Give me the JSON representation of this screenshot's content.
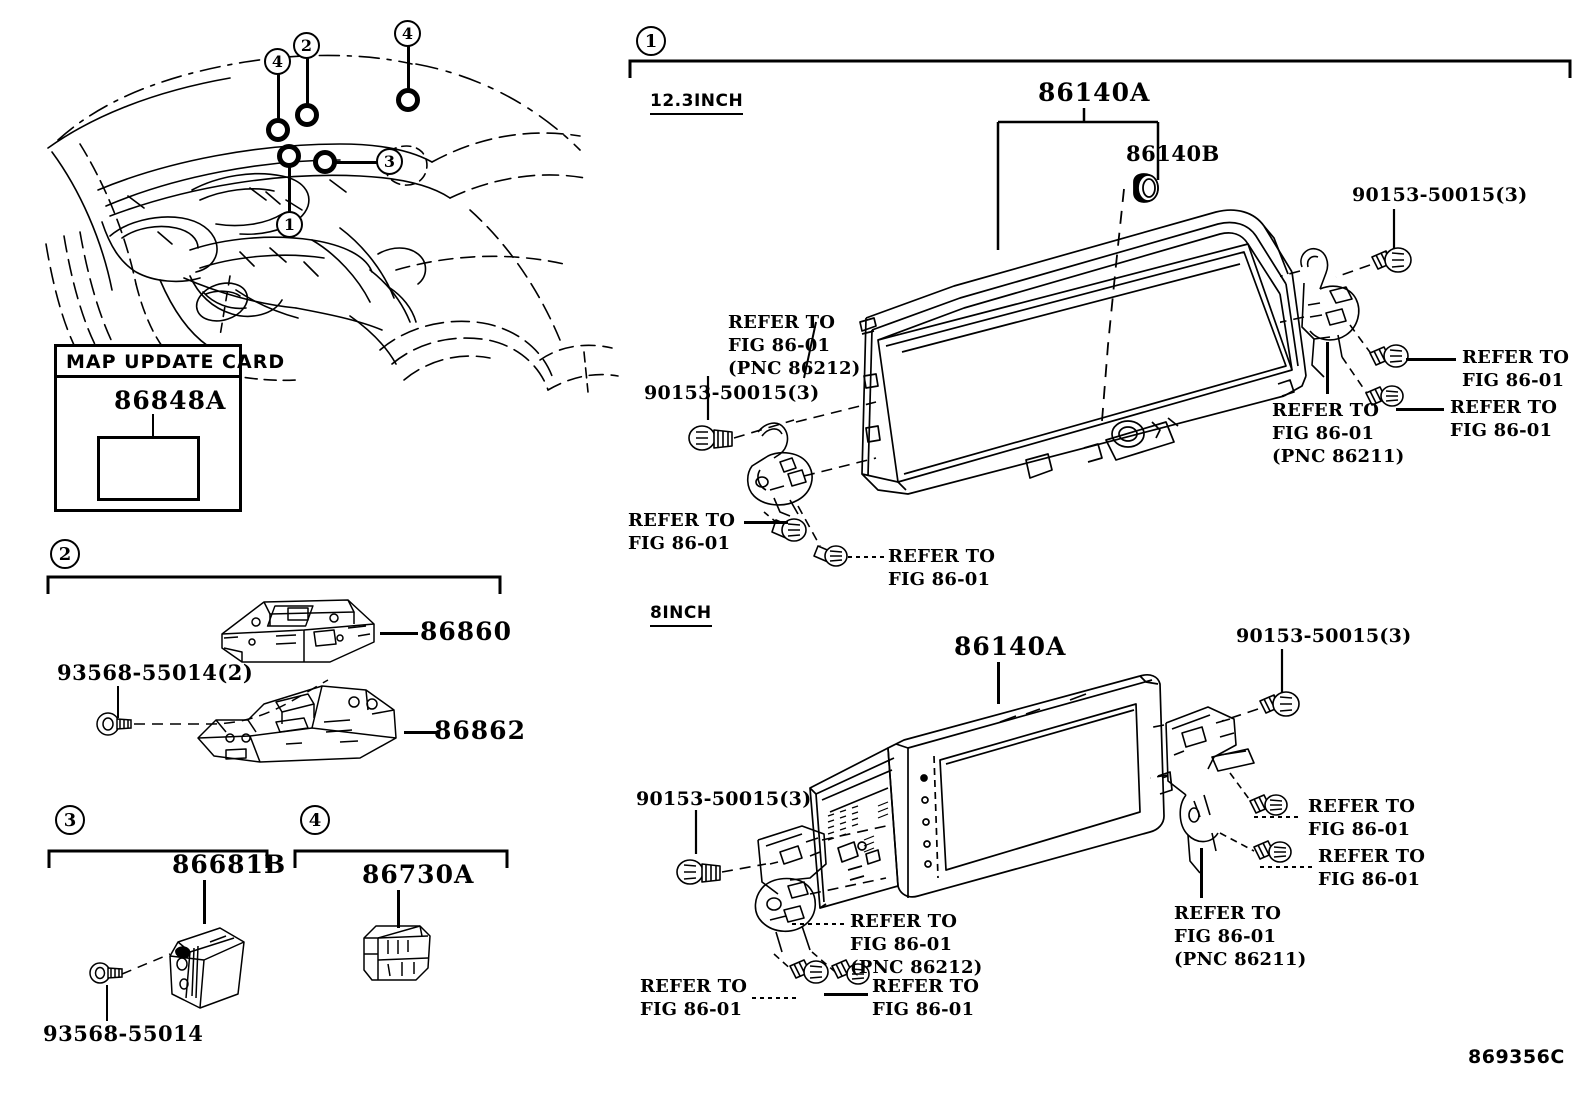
{
  "figure": {
    "code": "869356C",
    "map_update_card_title": "MAP UPDATE CARD"
  },
  "vehicle_illustration": {
    "callouts": [
      {
        "index": "4",
        "label": "4"
      },
      {
        "index": "2",
        "label": "2"
      },
      {
        "index": "4",
        "label": "4"
      },
      {
        "index": "3",
        "label": "3"
      },
      {
        "index": "1",
        "label": "1"
      }
    ],
    "map_card_part": "86848A"
  },
  "sections": [
    {
      "index": "1",
      "index_label": "1",
      "variants": [
        {
          "name": "12.3INCH",
          "parts": [
            {
              "pn": "86140A"
            },
            {
              "pn": "86140B"
            },
            {
              "pn": "90153-50015(3)"
            },
            {
              "pn": "90153-50015(3)"
            }
          ],
          "refer_labels": [
            "REFER TO\nFIG 86-01\n(PNC 86212)",
            "REFER TO\nFIG 86-01",
            "REFER TO\nFIG 86-01",
            "REFER TO\nFIG 86-01\n(PNC 86211)",
            "REFER TO\nFIG 86-01",
            "REFER TO\nFIG 86-01"
          ]
        },
        {
          "name": "8INCH",
          "parts": [
            {
              "pn": "86140A"
            },
            {
              "pn": "90153-50015(3)"
            },
            {
              "pn": "90153-50015(3)"
            }
          ],
          "refer_labels": [
            "REFER TO\nFIG 86-01\n(PNC 86212)",
            "REFER TO\nFIG 86-01",
            "REFER TO\nFIG 86-01",
            "REFER TO\nFIG 86-01\n(PNC 86211)",
            "REFER TO\nFIG 86-01",
            "REFER TO\nFIG 86-01"
          ]
        }
      ]
    },
    {
      "index": "2",
      "index_label": "2",
      "parts": [
        {
          "pn": "86860"
        },
        {
          "pn": "86862"
        },
        {
          "pn": "93568-55014(2)"
        }
      ]
    },
    {
      "index": "3",
      "index_label": "3",
      "parts": [
        {
          "pn": "86681B"
        },
        {
          "pn": "93568-55014"
        }
      ]
    },
    {
      "index": "4",
      "index_label": "4",
      "parts": [
        {
          "pn": "86730A"
        }
      ]
    }
  ],
  "colors": {
    "line": "#000000",
    "background": "#ffffff"
  }
}
